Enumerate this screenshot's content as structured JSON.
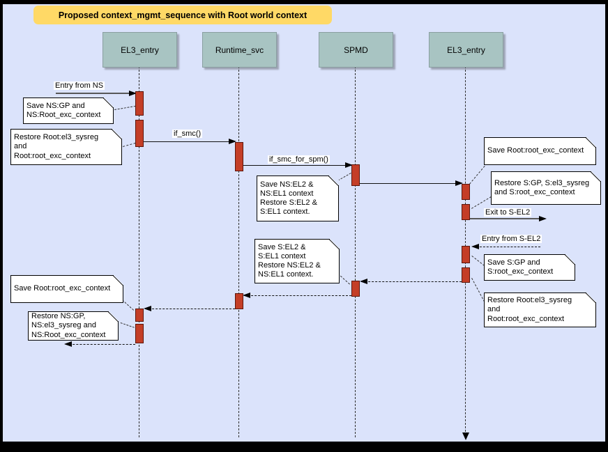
{
  "title": "Proposed context_mgmt_sequence with Root world context",
  "actors": [
    {
      "label": "EL3_entry"
    },
    {
      "label": "Runtime_svc"
    },
    {
      "label": "SPMD"
    },
    {
      "label": "EL3_entry"
    }
  ],
  "messages": {
    "entry_from_ns": "Entry from NS",
    "if_smc": "if_smc()",
    "if_smc_for_spm": "if_smc_for_spm()",
    "exit_to_s_el2": "Exit to S-EL2",
    "entry_from_s_el2": "Entry from S-EL2"
  },
  "notes": {
    "save_ns_gp": "Save NS:GP and\nNS:Root_exc_context",
    "restore_root_el3_sysreg_left": "Restore Root:el3_sysreg\nand\nRoot:root_exc_context",
    "save_ns_el2": "Save NS:EL2 &\nNS:EL1 context\nRestore S:EL2 &\nS:EL1 context.",
    "save_root_exc_right": "Save Root:root_exc_context",
    "restore_s_gp": "Restore S:GP, S:el3_sysreg\nand S:root_exc_context",
    "save_s_gp": "Save S:GP and\nS:root_exc_context",
    "restore_root_el3_sysreg_right": "Restore Root:el3_sysreg\nand\nRoot:root_exc_context",
    "save_s_el2": "Save S:EL2 &\nS:EL1 context\nRestore NS:EL2 &\nNS:EL1 context.",
    "save_root_exc_left": "Save Root:root_exc_context",
    "restore_ns_gp": "Restore NS:GP,\nNS:el3_sysreg and\nNS:Root_exc_context"
  },
  "colors": {
    "background": "#dbe3fb",
    "frame": "#000000",
    "title_bg": "#ffd966",
    "actor_fill": "#a8c4c2",
    "activation_fill": "#c43e27",
    "activation_border": "#5c150a",
    "note_fill": "#ffffff"
  }
}
